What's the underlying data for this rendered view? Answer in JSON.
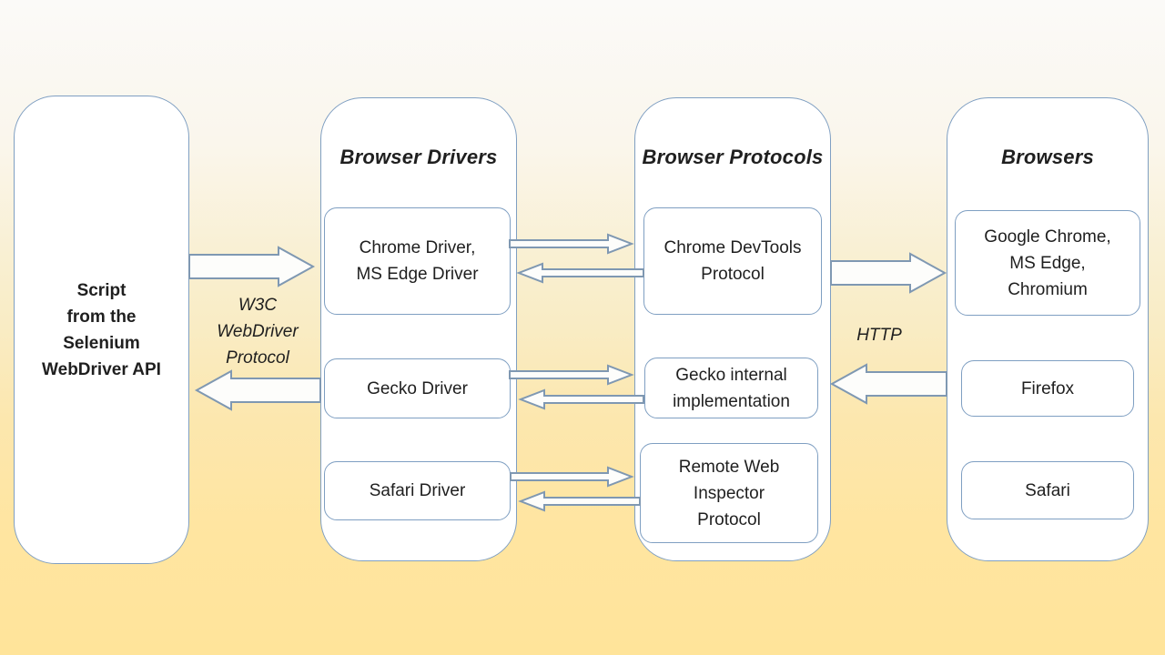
{
  "script_box": {
    "text": "Script\nfrom the\nSelenium\nWebDriver API"
  },
  "drivers": {
    "title": "Browser Drivers",
    "items": [
      "Chrome Driver,\nMS Edge Driver",
      "Gecko Driver",
      "Safari Driver"
    ]
  },
  "protocols": {
    "title": "Browser Protocols",
    "items": [
      "Chrome DevTools\nProtocol",
      "Gecko internal\nimplementation",
      "Remote Web\nInspector\nProtocol"
    ]
  },
  "browsers": {
    "title": "Browsers",
    "items": [
      "Google Chrome,\nMS Edge,\nChromium",
      "Firefox",
      "Safari"
    ]
  },
  "edge_labels": {
    "w3c": "W3C\nWebDriver\nProtocol",
    "http": "HTTP"
  },
  "arrows": [
    {
      "name": "script-to-drivers",
      "direction": "right"
    },
    {
      "name": "drivers-to-script",
      "direction": "left"
    },
    {
      "name": "chrome-driver-to-chrome-devtools",
      "direction": "right"
    },
    {
      "name": "chrome-devtools-to-chrome-driver",
      "direction": "left"
    },
    {
      "name": "gecko-driver-to-gecko-internal",
      "direction": "right"
    },
    {
      "name": "gecko-internal-to-gecko-driver",
      "direction": "left"
    },
    {
      "name": "safari-driver-to-remote-inspector",
      "direction": "right"
    },
    {
      "name": "remote-inspector-to-safari-driver",
      "direction": "left"
    },
    {
      "name": "chrome-devtools-to-browsers",
      "direction": "right"
    },
    {
      "name": "firefox-to-gecko-internal",
      "direction": "left"
    }
  ],
  "colors": {
    "background_top": "#fbfaf8",
    "background_bottom": "#ffe49a",
    "box_border": "#7f9fc2",
    "box_fill": "#ffffff",
    "arrow_outline": "#7f98b2",
    "arrow_fill": "#fdfdfb",
    "text": "#1f1f1f"
  }
}
